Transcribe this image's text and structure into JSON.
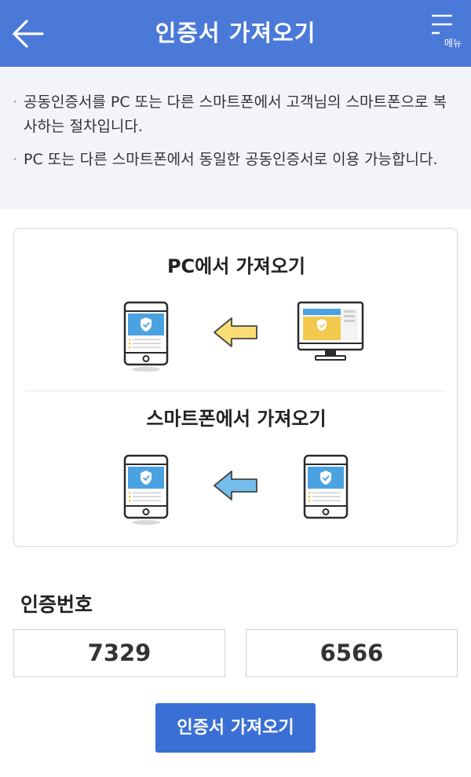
{
  "header": {
    "title": "인증서 가져오기",
    "menu_label": "메뉴"
  },
  "notice": {
    "bullet": "·",
    "items": [
      "공동인증서를 PC 또는 다른 스마트폰에서 고객님의 스마트폰으로 복사하는 절차입니다.",
      "PC 또는 다른 스마트폰에서 동일한 공동인증서로 이용 가능합니다."
    ]
  },
  "methods": [
    {
      "title": "PC에서 가져오기",
      "arrow_color": "#f9dd74"
    },
    {
      "title": "스마트폰에서 가져오기",
      "arrow_color": "#74bdec"
    }
  ],
  "auth": {
    "label": "인증번호",
    "codes": [
      "7329",
      "6566"
    ]
  },
  "action": {
    "import_label": "인증서 가져오기"
  },
  "colors": {
    "header_bg": "#4a79d8",
    "button_bg": "#3a6fd6",
    "screen_blue": "#4aa3e0",
    "card_border": "#d5d8de"
  }
}
